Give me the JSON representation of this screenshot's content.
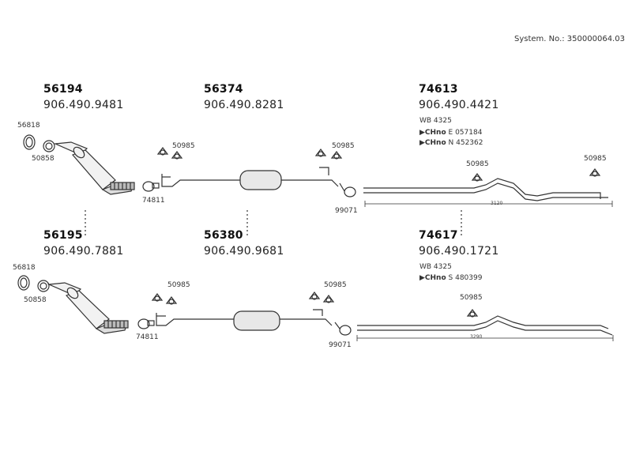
{
  "system_no": "System. No.: 350000064.03",
  "top": {
    "group1": {
      "part": "56194",
      "oem": "906.490.9481"
    },
    "group2": {
      "part": "56374",
      "oem": "906.490.8281"
    },
    "group3": {
      "part": "74613",
      "oem": "906.490.4421",
      "wb": "WB 4325",
      "ch1_prefix": "CHno",
      "ch1": "E 057184",
      "ch2_prefix": "CHno",
      "ch2": "N 452362",
      "dimension": "3120"
    },
    "labels": {
      "clamp_a": "56818",
      "gasket": "50858",
      "clamp_b": "74811",
      "hanger_left": "50985",
      "hanger_mid": "50985",
      "hanger_right1": "50985",
      "hanger_right2": "50985",
      "clamp_c": "99071"
    }
  },
  "bottom": {
    "group1": {
      "part": "56195",
      "oem": "906.490.7881"
    },
    "group2": {
      "part": "56380",
      "oem": "906.490.9681"
    },
    "group3": {
      "part": "74617",
      "oem": "906.490.1721",
      "wb": "WB 4325",
      "ch1_prefix": "CHno",
      "ch1": "S 480399",
      "dimension": "3290"
    },
    "labels": {
      "clamp_a": "56818",
      "gasket": "50858",
      "clamp_b": "74811",
      "hanger_left": "50985",
      "hanger_mid": "50985",
      "hanger_right": "50985",
      "clamp_c": "99071"
    }
  }
}
